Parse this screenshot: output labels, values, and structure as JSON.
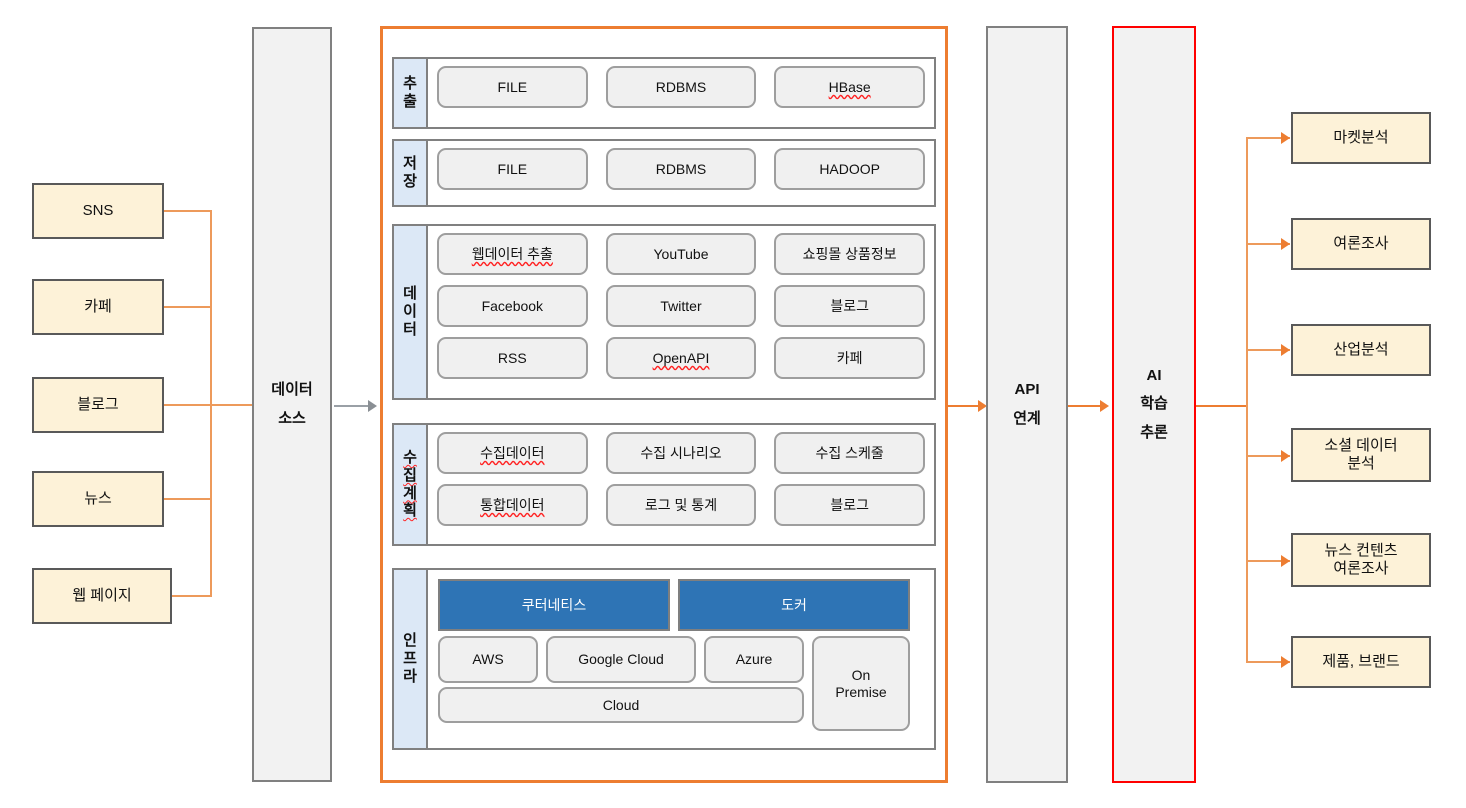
{
  "diagram": {
    "title": "Data Collection and AI Analysis Platform Architecture",
    "colors": {
      "source_fill": "#FDF2D8",
      "source_border": "#595959",
      "platform_border": "#ED7D31",
      "section_label_fill": "#DCE8F6",
      "cell_fill": "#F0F0F0",
      "cell_border": "#9E9E9E",
      "pillar_fill": "#F2F2F2",
      "pillar_border": "#808080",
      "ai_border": "#FF0000",
      "infra_highlight": "#2E74B5",
      "connector": "#ED7D31"
    }
  },
  "sources": {
    "items": [
      {
        "label": "SNS"
      },
      {
        "label": "카페"
      },
      {
        "label": "블로그"
      },
      {
        "label": "뉴스"
      },
      {
        "label": "웹 페이지"
      }
    ]
  },
  "data_source_pillar": {
    "lines": [
      "데이터",
      "소스"
    ]
  },
  "platform": {
    "sections": [
      {
        "key": "extract",
        "label": "추출",
        "label_chars": [
          "추",
          "출"
        ],
        "items": [
          "FILE",
          "RDBMS",
          "HBase"
        ],
        "spellcheck": [
          "HBase"
        ]
      },
      {
        "key": "storage",
        "label": "저장",
        "label_chars": [
          "저",
          "장"
        ],
        "items": [
          "FILE",
          "RDBMS",
          "HADOOP"
        ],
        "spellcheck": []
      },
      {
        "key": "data",
        "label": "데이터",
        "label_chars": [
          "데",
          "이",
          "터"
        ],
        "items": [
          "웹데이터 추출",
          "YouTube",
          "쇼핑몰 상품정보",
          "Facebook",
          "Twitter",
          "블로그",
          "RSS",
          "OpenAPI",
          "카페"
        ],
        "spellcheck": [
          "웹데이터 추출",
          "OpenAPI"
        ]
      },
      {
        "key": "collection_plan",
        "label": "수집계획",
        "label_chars": [
          "수",
          "집",
          "계",
          "획"
        ],
        "items": [
          "수집데이터",
          "수집 시나리오",
          "수집 스케줄",
          "통합데이터",
          "로그 및 통계",
          "블로그"
        ],
        "spellcheck": [
          "수집데이터",
          "통합데이터"
        ]
      }
    ],
    "infra": {
      "key": "infra",
      "label": "인프라",
      "label_chars": [
        "인",
        "프",
        "라"
      ],
      "highlighted": [
        "쿠터네티스",
        "도커"
      ],
      "clouds": [
        "AWS",
        "Google Cloud",
        "Azure"
      ],
      "on_premise": "On\nPremise",
      "cloud_bar": "Cloud"
    }
  },
  "api_pillar": {
    "lines": [
      "API",
      "연계"
    ]
  },
  "ai_pillar": {
    "lines": [
      "AI",
      "학습",
      "추론"
    ]
  },
  "outputs": {
    "items": [
      {
        "label": "마켓분석"
      },
      {
        "label": "여론조사"
      },
      {
        "label": "산업분석"
      },
      {
        "label": "소셜 데이터\n분석"
      },
      {
        "label": "뉴스 컨텐츠\n여론조사"
      },
      {
        "label": "제품, 브랜드"
      }
    ]
  }
}
